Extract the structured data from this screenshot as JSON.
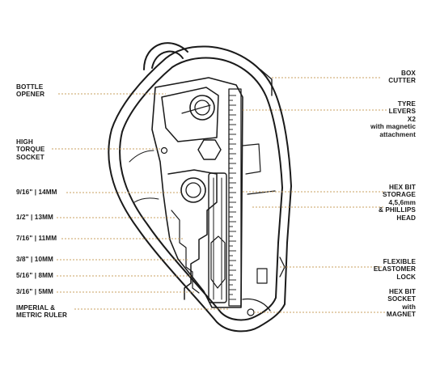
{
  "colors": {
    "outline": "#1a1a1a",
    "leader": "#c9a060",
    "text": "#1a1a1a",
    "background": "#ffffff"
  },
  "labels": {
    "bottle_opener": "BOTTLE\nOPENER",
    "high_torque_socket": "HIGH\nTORQUE\nSOCKET",
    "size_14mm": "9/16\" | 14MM",
    "size_13mm": "1/2\" | 13MM",
    "size_11mm": "7/16\" | 11MM",
    "size_10mm": "3/8\" | 10MM",
    "size_8mm": "5/16\" | 8MM",
    "size_5mm": "3/16\" | 5MM",
    "ruler": "IMPERIAL &\nMETRIC RULER",
    "box_cutter": "BOX\nCUTTER",
    "tyre_levers": "TYRE\nLEVERS\nX2\nwith magnetic\nattachment",
    "hex_bit_storage": "HEX BIT\nSTORAGE\n4,5,6mm\n& PHILLIPS\nHEAD",
    "elastomer_lock": "FLEXIBLE\nELASTOMER\nLOCK",
    "hex_bit_socket": "HEX BIT\nSOCKET\nwith\nMAGNET"
  }
}
